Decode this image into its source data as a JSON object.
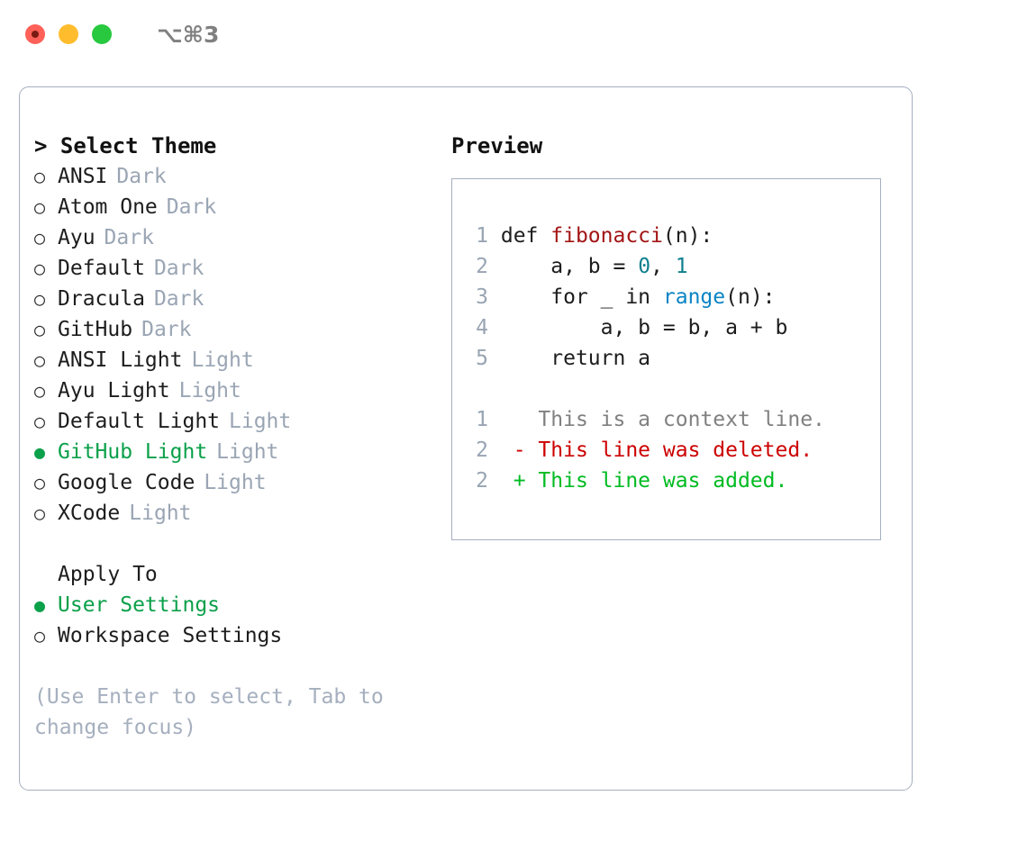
{
  "window": {
    "shortcut": "⌥⌘3",
    "traffic_lights": [
      {
        "name": "close",
        "color": "#ff6159"
      },
      {
        "name": "minimize",
        "color": "#ffbd2e"
      },
      {
        "name": "maximize",
        "color": "#28c83f"
      }
    ]
  },
  "theme_panel": {
    "prompt": "> Select Theme",
    "options": [
      {
        "marker": "○",
        "label": "ANSI",
        "tag": "Dark",
        "selected": false
      },
      {
        "marker": "○",
        "label": "Atom One",
        "tag": "Dark",
        "selected": false
      },
      {
        "marker": "○",
        "label": "Ayu",
        "tag": "Dark",
        "selected": false
      },
      {
        "marker": "○",
        "label": "Default",
        "tag": "Dark",
        "selected": false
      },
      {
        "marker": "○",
        "label": "Dracula",
        "tag": "Dark",
        "selected": false
      },
      {
        "marker": "○",
        "label": "GitHub",
        "tag": "Dark",
        "selected": false
      },
      {
        "marker": "○",
        "label": "ANSI Light",
        "tag": "Light",
        "selected": false
      },
      {
        "marker": "○",
        "label": "Ayu Light",
        "tag": "Light",
        "selected": false
      },
      {
        "marker": "○",
        "label": "Default Light",
        "tag": "Light",
        "selected": false
      },
      {
        "marker": "●",
        "label": "GitHub Light",
        "tag": "Light",
        "selected": true
      },
      {
        "marker": "○",
        "label": "Google Code",
        "tag": "Light",
        "selected": false
      },
      {
        "marker": "○",
        "label": "XCode",
        "tag": "Light",
        "selected": false
      }
    ]
  },
  "apply_to": {
    "title": "Apply To",
    "options": [
      {
        "marker": "●",
        "label": "User Settings",
        "selected": true
      },
      {
        "marker": "○",
        "label": "Workspace Settings",
        "selected": false
      }
    ]
  },
  "hint": "(Use Enter to select, Tab to change focus)",
  "preview": {
    "title": "Preview",
    "code_lines": [
      {
        "num": "1",
        "tokens": [
          {
            "t": "def ",
            "c": "plain"
          },
          {
            "t": "fibonacci",
            "c": "fn"
          },
          {
            "t": "(n):",
            "c": "plain"
          }
        ]
      },
      {
        "num": "2",
        "tokens": [
          {
            "t": "    a, b = ",
            "c": "plain"
          },
          {
            "t": "0",
            "c": "num"
          },
          {
            "t": ", ",
            "c": "plain"
          },
          {
            "t": "1",
            "c": "num"
          }
        ]
      },
      {
        "num": "3",
        "tokens": [
          {
            "t": "    for _ in ",
            "c": "plain"
          },
          {
            "t": "range",
            "c": "call"
          },
          {
            "t": "(n):",
            "c": "plain"
          }
        ]
      },
      {
        "num": "4",
        "tokens": [
          {
            "t": "        a, b = b, a + b",
            "c": "plain"
          }
        ]
      },
      {
        "num": "5",
        "tokens": [
          {
            "t": "    return a",
            "c": "plain"
          }
        ]
      }
    ],
    "diff_lines": [
      {
        "num": "1",
        "sign": " ",
        "text": " This is a context line.",
        "kind": "ctx"
      },
      {
        "num": "2",
        "sign": "-",
        "text": " This line was deleted.",
        "kind": "del"
      },
      {
        "num": "2",
        "sign": "+",
        "text": " This line was added.",
        "kind": "add"
      }
    ]
  },
  "colors": {
    "accent_green": "#0ba04a",
    "border": "#a5afbe",
    "muted": "#9aa5b4",
    "fn_red": "#a31515",
    "num_teal": "#0f7f8e",
    "call_blue": "#0b84c4",
    "diff_del": "#cc0000",
    "diff_add": "#00bb22",
    "diff_ctx": "#808080"
  }
}
